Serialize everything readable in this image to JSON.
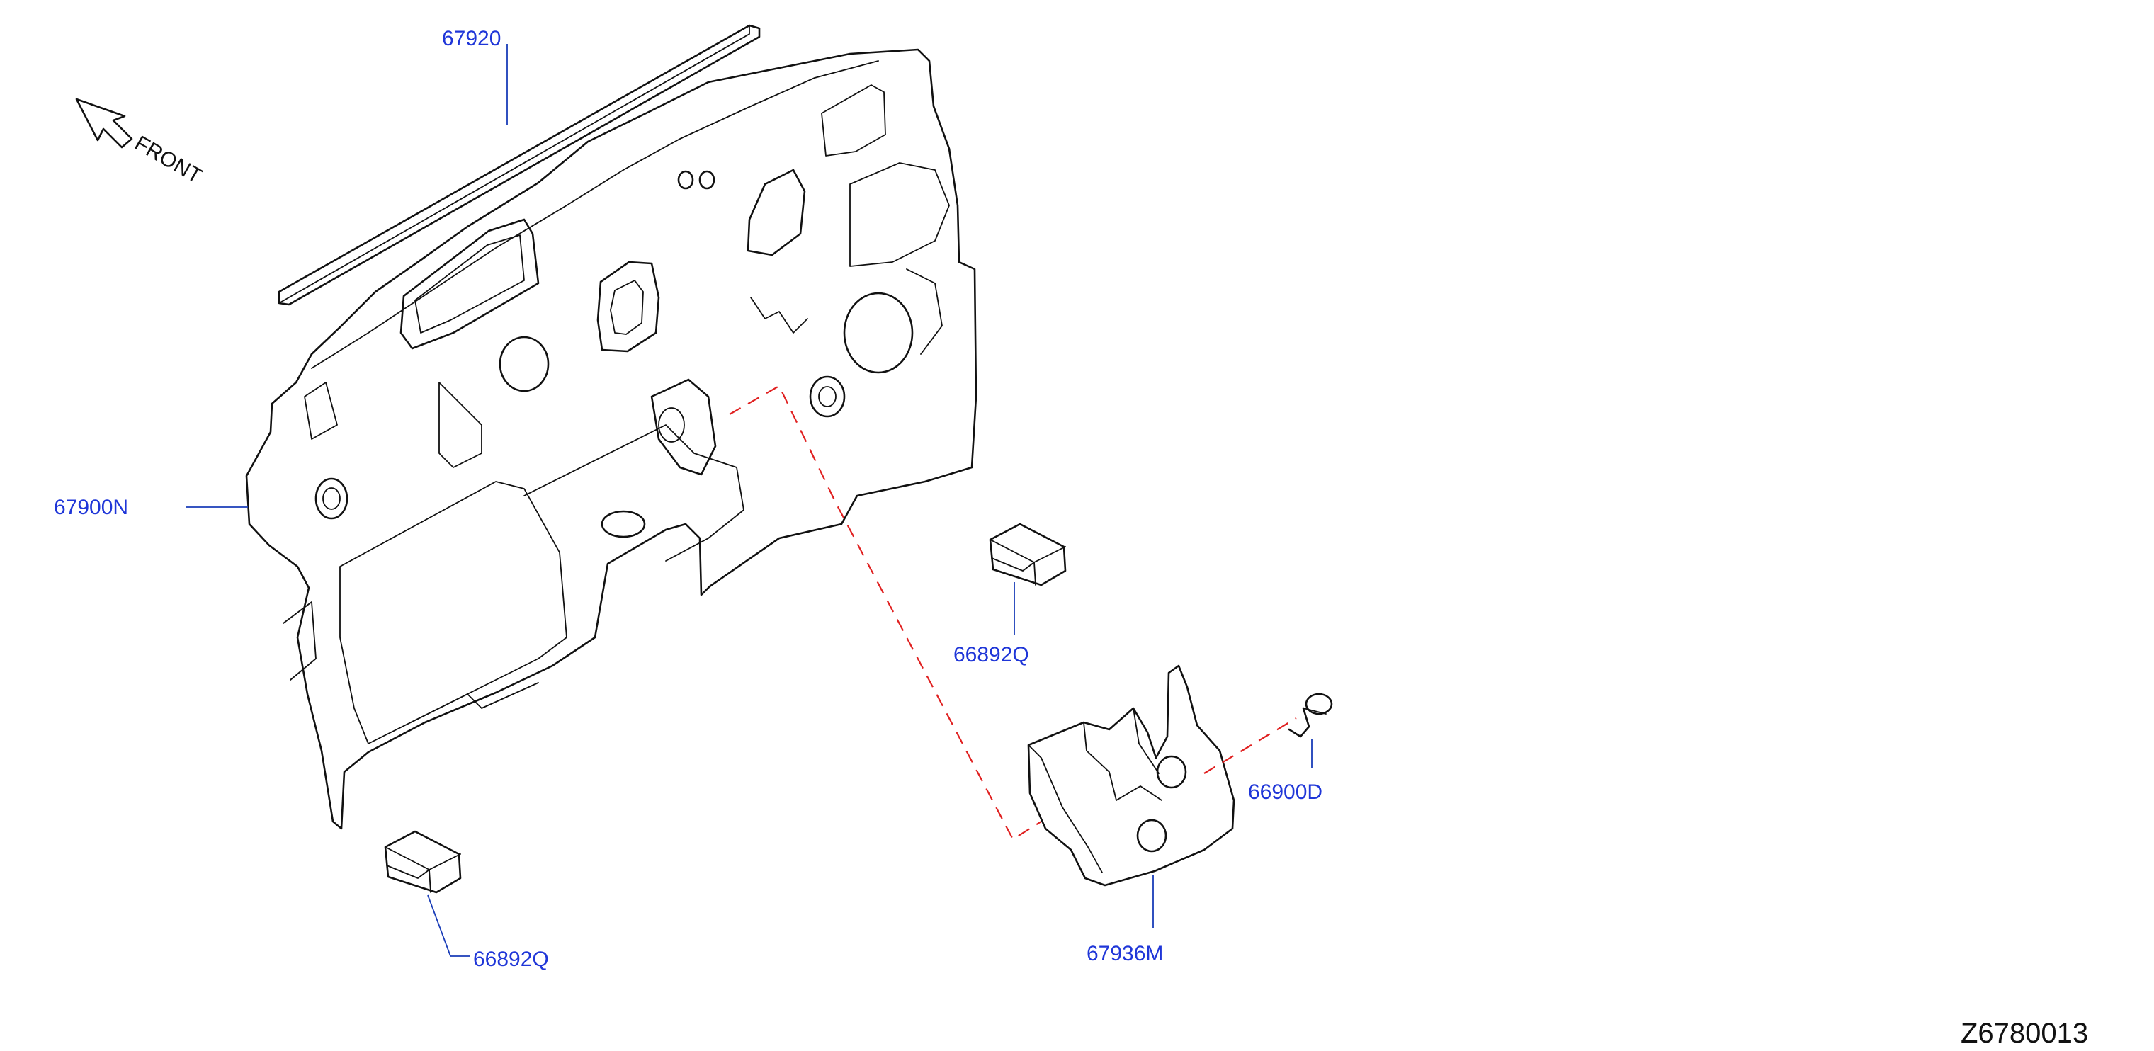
{
  "front_label": "FRONT",
  "drawing_number": "Z6780013",
  "callouts": [
    {
      "id": "weatherstrip",
      "label": "67920"
    },
    {
      "id": "dash-insulator",
      "label": "67900N"
    },
    {
      "id": "clip-upper",
      "label": "66892Q"
    },
    {
      "id": "clip-lower",
      "label": "66892Q"
    },
    {
      "id": "clip-fastener",
      "label": "66900D"
    },
    {
      "id": "insulator-bracket",
      "label": "67936M"
    }
  ]
}
